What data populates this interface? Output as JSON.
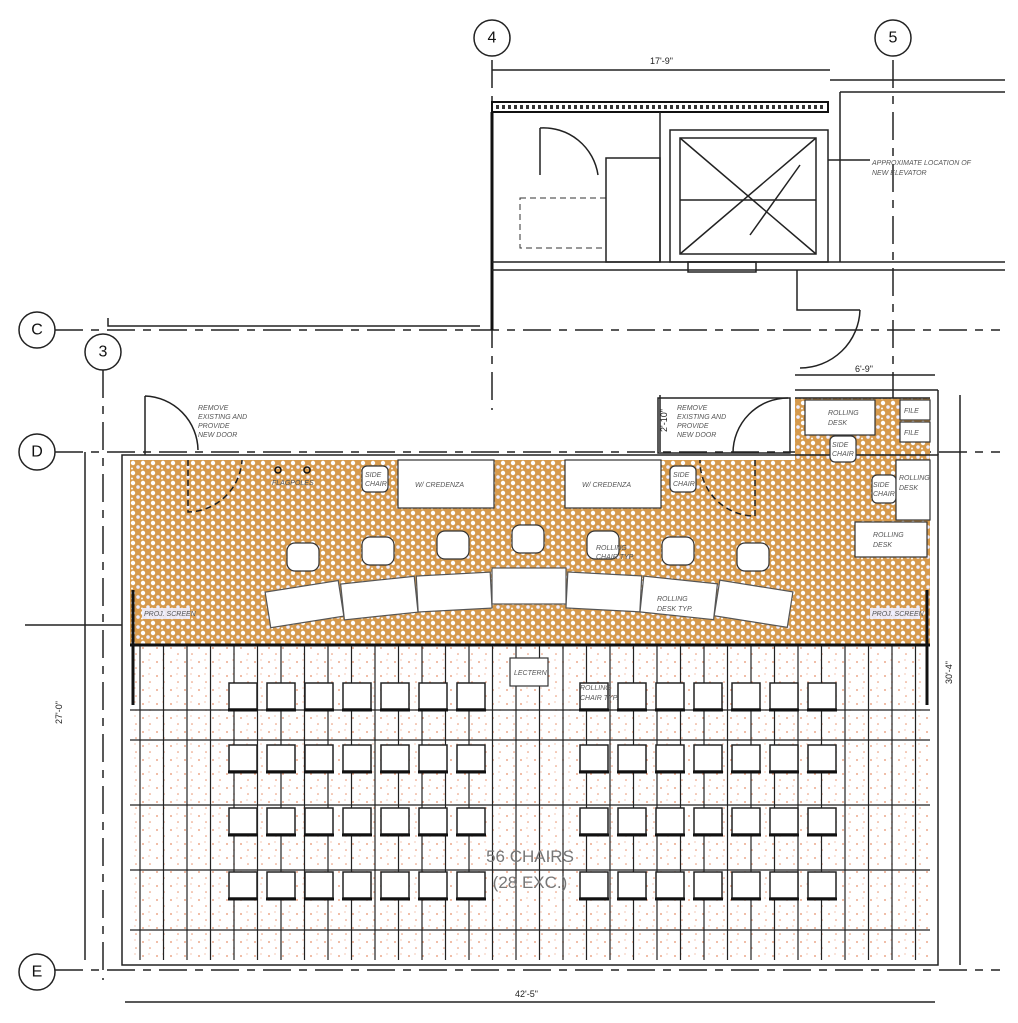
{
  "grid_labels": {
    "col4": "4",
    "col5": "5",
    "col3": "3",
    "rowC": "C",
    "rowD": "D",
    "rowE": "E"
  },
  "dimensions": {
    "top": "17'-9\"",
    "alcove_width": "6'-9\"",
    "door_depth": "2'-10\"",
    "right_height": "30'-4\"",
    "left_height": "27'-0\"",
    "bottom_width": "42'-5\""
  },
  "notes": {
    "elevator": [
      "APPROXIMATE LOCATION OF",
      "NEW ELEVATOR"
    ],
    "door_left": [
      "REMOVE",
      "EXISTING AND",
      "PROVIDE",
      "NEW DOOR"
    ],
    "door_right": [
      "REMOVE",
      "EXISTING AND",
      "PROVIDE",
      "NEW DOOR"
    ],
    "flagpoles": "FLAGPOLES",
    "side_chair": [
      "SIDE",
      "CHAIR"
    ],
    "credenza": "W/ CREDENZA",
    "rolling_desk": [
      "ROLLING",
      "DESK"
    ],
    "file": "FILE",
    "rolling_chair_typ": [
      "ROLLING",
      "CHAIR TYP."
    ],
    "rolling_desk_typ": [
      "ROLLING",
      "DESK TYP."
    ],
    "proj_screen": "PROJ. SCREEN",
    "lectern": "LECTERN",
    "chair_count": "56 CHAIRS",
    "chair_count_sub": "(28 EXC.)"
  },
  "colors": {
    "carpet": "#d9a050",
    "carpet_dots": "#fff",
    "floor_speckle": "#e8906a"
  }
}
